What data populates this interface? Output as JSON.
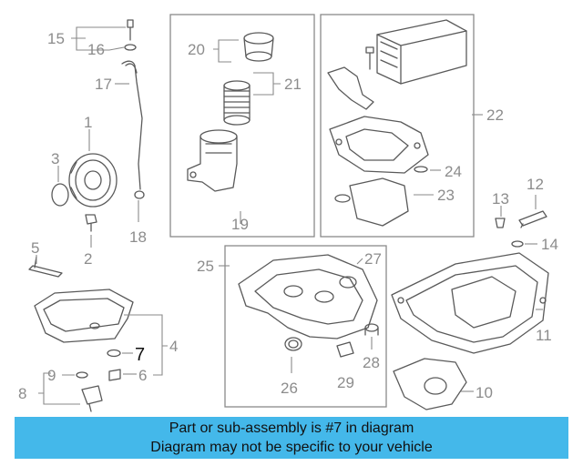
{
  "diagram": {
    "callouts": [
      "1",
      "2",
      "3",
      "4",
      "5",
      "6",
      "7",
      "8",
      "9",
      "10",
      "11",
      "12",
      "13",
      "14",
      "15",
      "16",
      "17",
      "18",
      "19",
      "20",
      "21",
      "22",
      "23",
      "24",
      "25",
      "26",
      "27",
      "28",
      "29"
    ],
    "highlight_color": "#111111",
    "label_color": "#8c8c8c"
  },
  "banner": {
    "line1": "Part or sub-assembly is #7 in diagram",
    "line2": "Diagram may not be specific to your vehicle",
    "background": "#44b8ea"
  }
}
